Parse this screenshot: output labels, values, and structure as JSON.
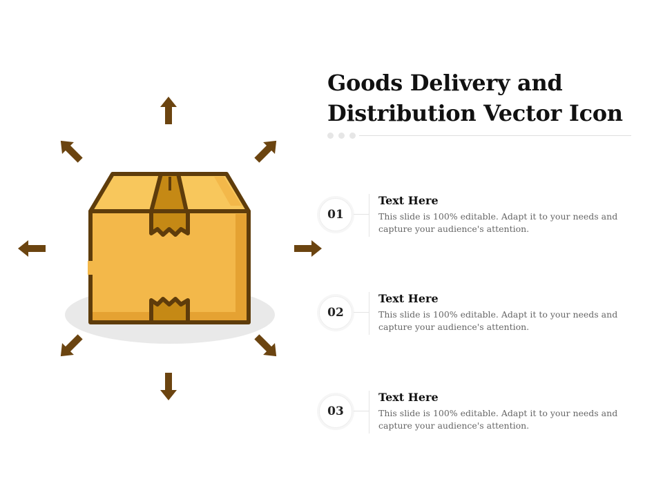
{
  "slide": {
    "title": "Goods Delivery and Distribution Vector Icon"
  },
  "illustration": {
    "icon": "cardboard-box-icon",
    "arrows": [
      "arrow-up-icon",
      "arrow-up-right-icon",
      "arrow-right-icon",
      "arrow-down-right-icon",
      "arrow-down-icon",
      "arrow-down-left-icon",
      "arrow-left-icon",
      "arrow-up-left-icon"
    ],
    "colors": {
      "box_body": "#f3b84a",
      "box_lid": "#f8c75c",
      "box_shade": "#e5a232",
      "tape": "#c58915",
      "outline": "#5e3c0b",
      "arrow": "#6b4410",
      "shadow": "#e9e9e9"
    }
  },
  "items": [
    {
      "number": "01",
      "title": "Text Here",
      "body": "This slide is 100% editable. Adapt it to your needs and capture your audience's attention."
    },
    {
      "number": "02",
      "title": "Text Here",
      "body": "This slide is 100% editable. Adapt it to your needs and capture your audience's attention."
    },
    {
      "number": "03",
      "title": "Text Here",
      "body": "This slide is 100% editable. Adapt it to your needs and capture your audience's attention."
    }
  ]
}
